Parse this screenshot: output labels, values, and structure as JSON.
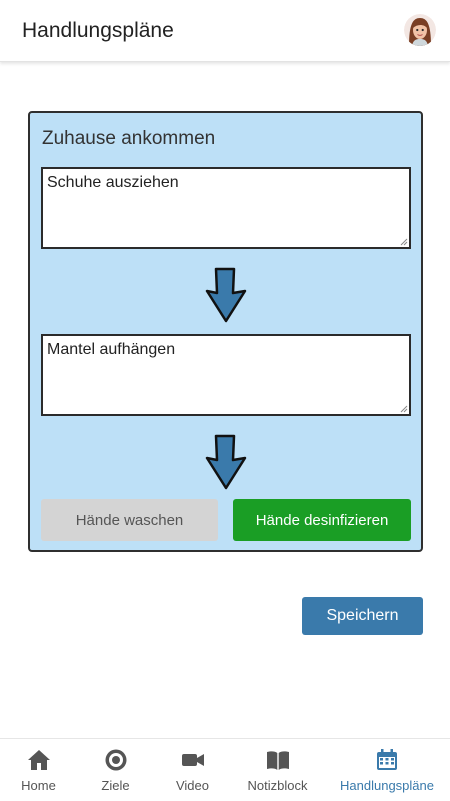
{
  "header": {
    "title": "Handlungspläne"
  },
  "plan": {
    "title": "Zuhause ankommen",
    "steps": [
      {
        "text": "Schuhe ausziehen"
      },
      {
        "text": "Mantel aufhängen"
      }
    ],
    "options": [
      {
        "label": "Hände waschen",
        "color": "#d4d4d4"
      },
      {
        "label": "Hände desinfizieren",
        "color": "#1a9e25"
      }
    ]
  },
  "actions": {
    "save_label": "Speichern"
  },
  "nav": {
    "items": [
      {
        "label": "Home",
        "icon": "home-icon"
      },
      {
        "label": "Ziele",
        "icon": "target-icon"
      },
      {
        "label": "Video",
        "icon": "video-camera-icon"
      },
      {
        "label": "Notizblock",
        "icon": "book-icon"
      },
      {
        "label": "Handlungspläne",
        "icon": "calendar-icon",
        "active": true
      }
    ]
  },
  "colors": {
    "accent": "#3a7aab",
    "card_bg": "#bde0f7",
    "success": "#1a9e25"
  }
}
